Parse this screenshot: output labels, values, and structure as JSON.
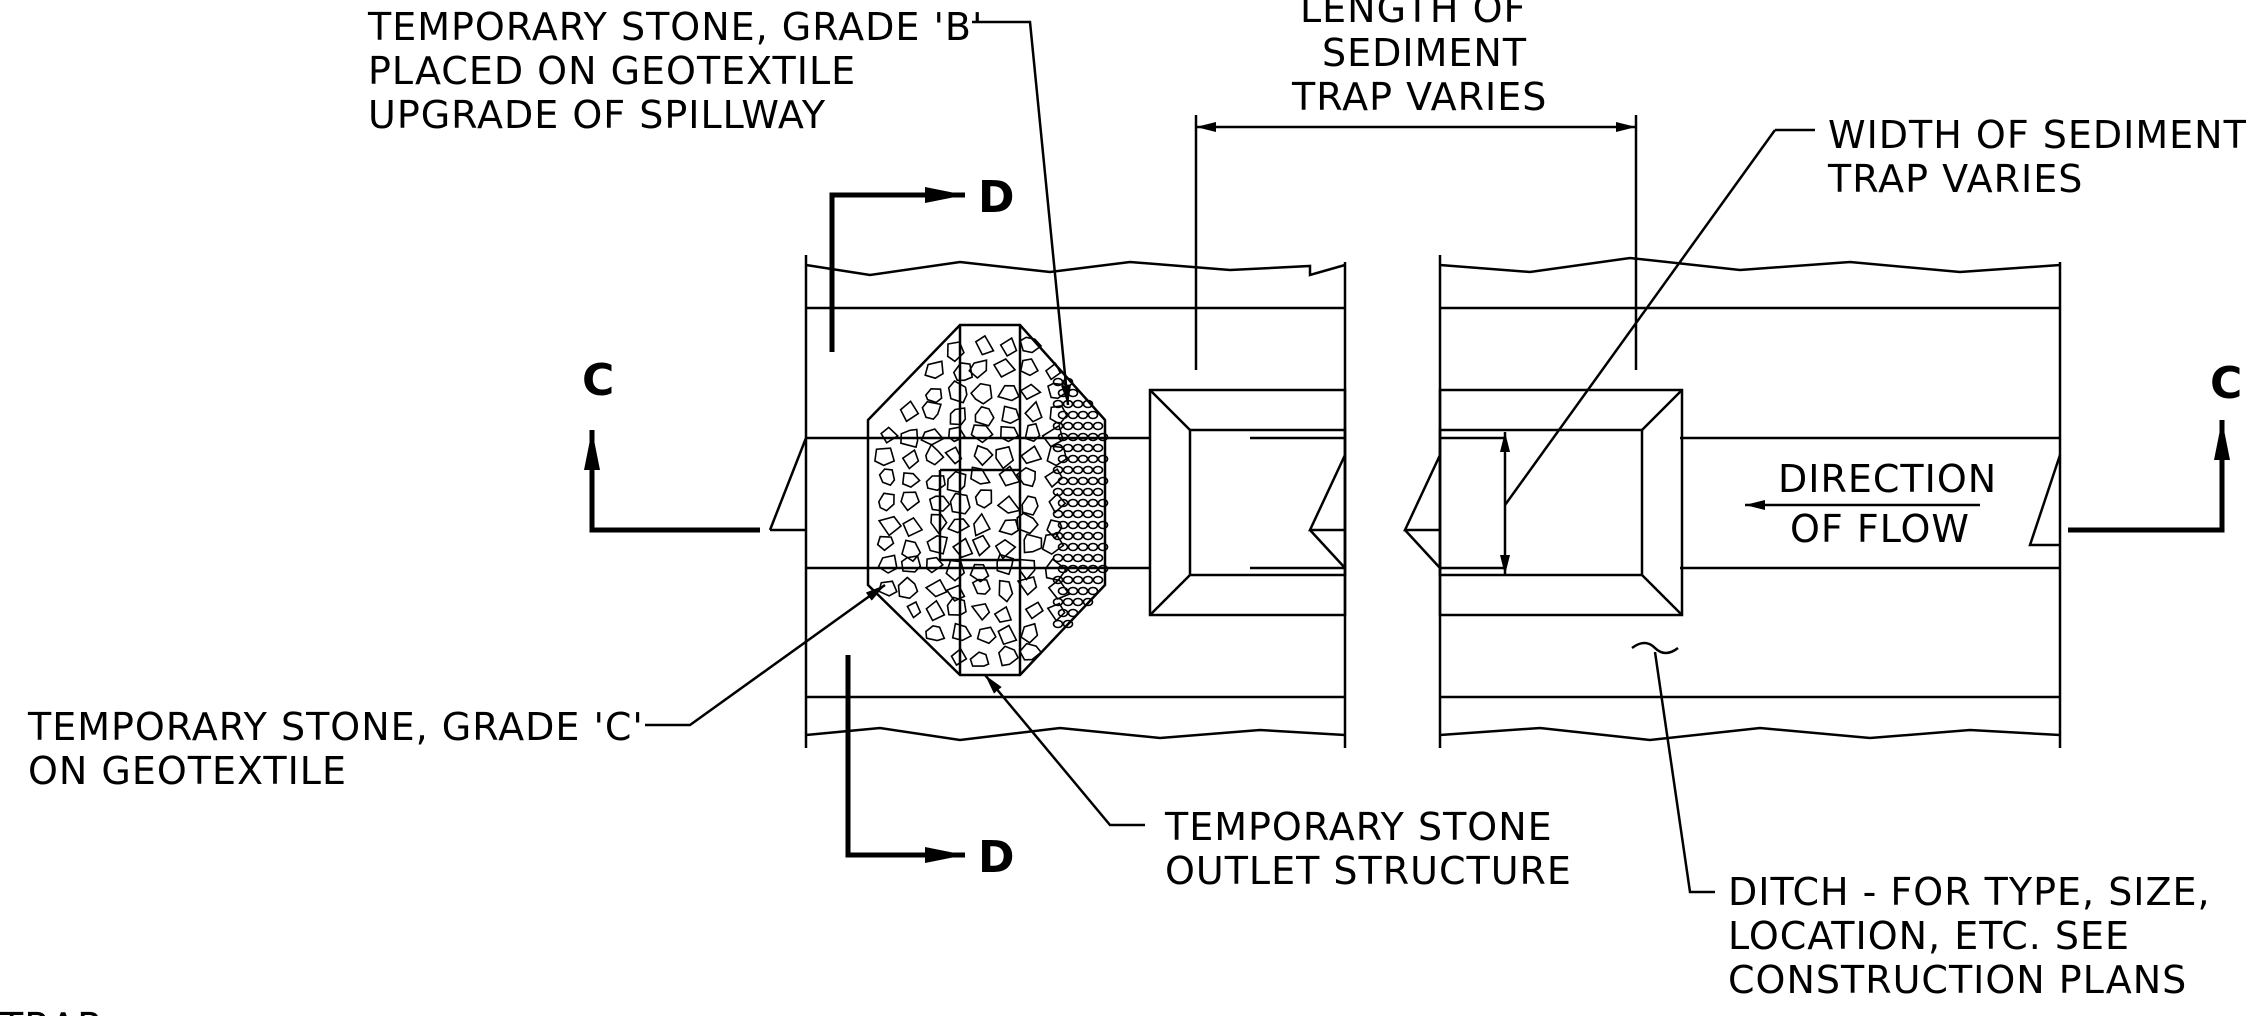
{
  "labels": {
    "stone_b": [
      "TEMPORARY STONE, GRADE 'B'",
      "PLACED  ON GEOTEXTILE",
      "UPGRADE OF SPILLWAY"
    ],
    "length": [
      "LENGTH OF",
      "SEDIMENT",
      "TRAP VARIES"
    ],
    "width": [
      "WIDTH OF SEDIMENT",
      "TRAP VARIES"
    ],
    "stone_c": [
      "TEMPORARY STONE, GRADE 'C'",
      "ON GEOTEXTILE"
    ],
    "outlet": [
      "TEMPORARY STONE",
      "OUTLET STRUCTURE"
    ],
    "direction": [
      "DIRECTION",
      "OF FLOW"
    ],
    "ditch": [
      "DITCH - FOR TYPE, SIZE,",
      "LOCATION, ETC. SEE",
      "CONSTRUCTION PLANS"
    ],
    "bottom_cut": "TRAP"
  },
  "section_marks": {
    "c_left": "C",
    "c_right": "C",
    "d_top": "D",
    "d_bottom": "D"
  },
  "colors": {
    "line": "#000000",
    "background": "#ffffff"
  }
}
